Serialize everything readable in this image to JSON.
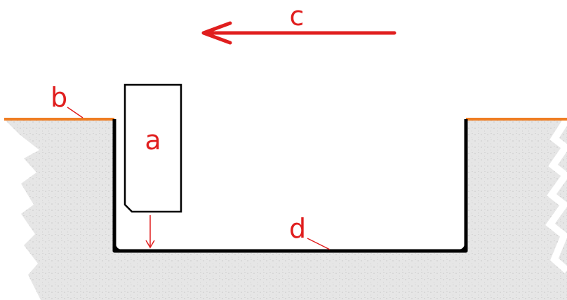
{
  "labels": {
    "a": "a",
    "b": "b",
    "c": "c",
    "d": "d"
  },
  "colors": {
    "background": "#ffffff",
    "ground_fill": "#e6e6e6",
    "ground_speckle": "#c8c8c8",
    "surface_line": "#ef7d22",
    "outline": "#000000",
    "annotation": "#e01e1e"
  }
}
